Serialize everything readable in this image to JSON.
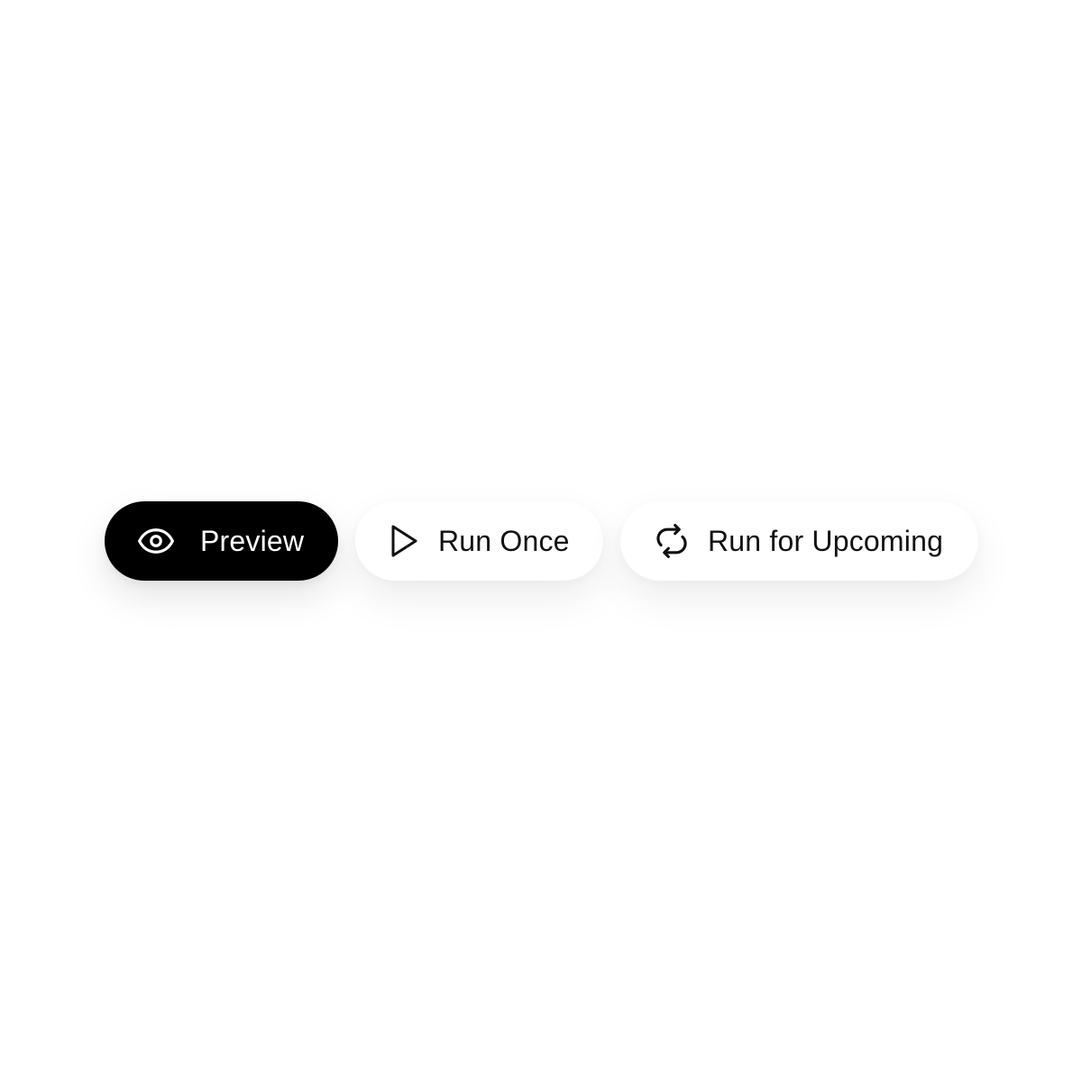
{
  "toolbar": {
    "preview": {
      "label": "Preview",
      "icon": "eye-icon"
    },
    "run_once": {
      "label": "Run Once",
      "icon": "play-icon"
    },
    "run_upcoming": {
      "label": "Run for Upcoming",
      "icon": "repeat-icon"
    }
  },
  "colors": {
    "primary_bg": "#000000",
    "primary_text": "#ffffff",
    "secondary_bg": "#ffffff",
    "secondary_text": "#111111"
  }
}
